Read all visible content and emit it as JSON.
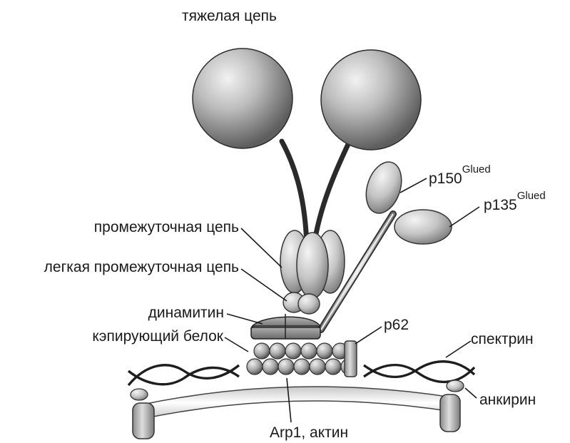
{
  "labels": {
    "heavy_chain": "тяжелая цепь",
    "p150": "p150",
    "p150_sup": "Glued",
    "p135": "p135",
    "p135_sup": "Glued",
    "intermediate_chain": "промежуточная цепь",
    "light_intermediate_chain": "легкая промежуточная цепь",
    "dynamitin": "динамитин",
    "capping_protein": "кэпирующий белок",
    "p62": "p62",
    "spectrin": "спектрин",
    "ankyrin": "анкирин",
    "arp1_actin": "Arp1, актин"
  }
}
